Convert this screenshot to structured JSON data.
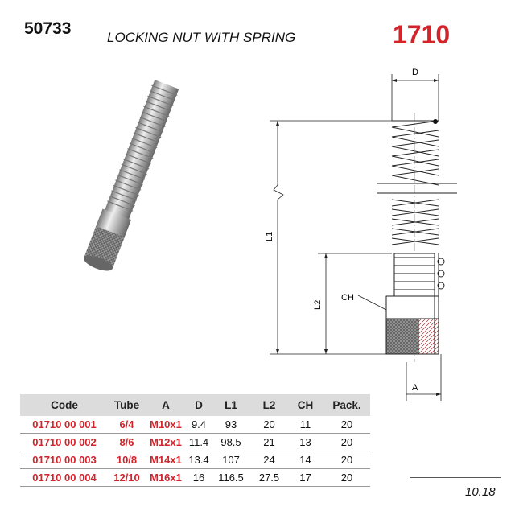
{
  "header": {
    "code": "50733",
    "title": "LOCKING NUT WITH SPRING",
    "series": "1710"
  },
  "diagram": {
    "labels": {
      "d": "D",
      "l1": "L1",
      "l2": "L2",
      "ch": "CH",
      "a": "A"
    }
  },
  "table": {
    "columns": [
      "Code",
      "Tube",
      "A",
      "D",
      "L1",
      "L2",
      "CH",
      "Pack."
    ],
    "rows": [
      [
        "01710 00 001",
        "6/4",
        "M10x1",
        "9.4",
        "93",
        "20",
        "11",
        "20"
      ],
      [
        "01710 00 002",
        "8/6",
        "M12x1",
        "11.4",
        "98.5",
        "21",
        "13",
        "20"
      ],
      [
        "01710 00 003",
        "10/8",
        "M14x1",
        "13.4",
        "107",
        "24",
        "14",
        "20"
      ],
      [
        "01710 00 004",
        "12/10",
        "M16x1",
        "16",
        "116.5",
        "27.5",
        "17",
        "20"
      ]
    ]
  },
  "footer": {
    "page": "10.18"
  },
  "colors": {
    "accent": "#d3242b"
  }
}
